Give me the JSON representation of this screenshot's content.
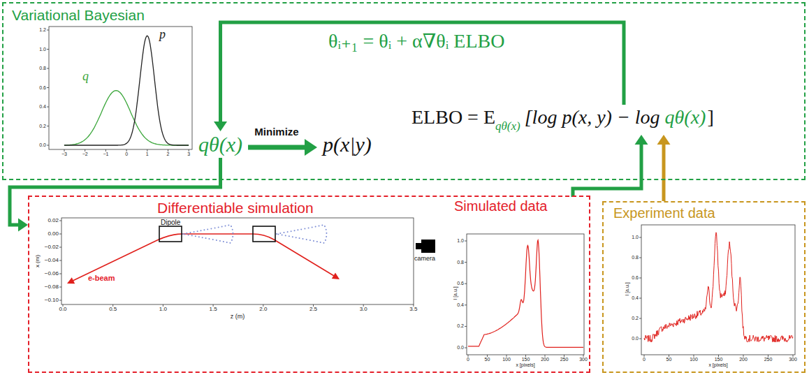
{
  "diagram": {
    "nodes": [
      {
        "text": [
          "Variational Bayesian"
        ]
      },
      {
        "text": [
          "qθ(x)"
        ],
        "in": 0
      },
      {
        "text": [
          "p(x|y)"
        ],
        "in": 0
      },
      {
        "text": [
          "ELBO = E",
          "qθ(x)",
          "[log p(x, y) − log",
          "qθ(x)",
          "]"
        ],
        "in": 0
      },
      {
        "text": [
          "Differentiable simulation"
        ]
      },
      {
        "text": [
          "Simulated data"
        ],
        "in": 4
      },
      {
        "text": [
          "Experiment data"
        ]
      }
    ],
    "edges": [
      {
        "from": 3,
        "to": 1,
        "arrow": "to",
        "label": "θᵢ₊₁ = θᵢ + α∇θᵢ ELBO"
      },
      {
        "from": 1,
        "to": 2,
        "arrow": "to",
        "label": "Minimize"
      },
      {
        "from": 1,
        "to": 4,
        "arrow": "to"
      },
      {
        "from": 5,
        "to": 3,
        "arrow": "to"
      },
      {
        "from": 6,
        "to": 3,
        "arrow": "to"
      }
    ],
    "labels": [
      "q",
      "p",
      "1.2",
      "1.0",
      "0.8",
      "0.6",
      "0.4",
      "0.2",
      "0.0",
      "−3",
      "−2",
      "−1",
      "0",
      "1",
      "2",
      "3",
      "Dipole",
      "e-beam",
      "camera",
      "x (m)",
      "z (m)",
      "0.02",
      "0.00",
      "−0.02",
      "−0.04",
      "−0.06",
      "−0.08",
      "−0.10",
      "0.0",
      "0.5",
      "1.0",
      "1.5",
      "2.0",
      "2.5",
      "3.0",
      "3.5",
      "0.0",
      "0.2",
      "0.4",
      "0.6",
      "0.8",
      "1.0",
      "0",
      "50",
      "100",
      "150",
      "200",
      "250",
      "300",
      "I [a.u.]",
      "x [pixels]",
      "0.0",
      "0.2",
      "0.4",
      "0.6",
      "0.8",
      "1.0",
      "0",
      "50",
      "100",
      "150",
      "200",
      "250",
      "300",
      "I [a.u.]",
      "x [pixels]"
    ]
  }
}
